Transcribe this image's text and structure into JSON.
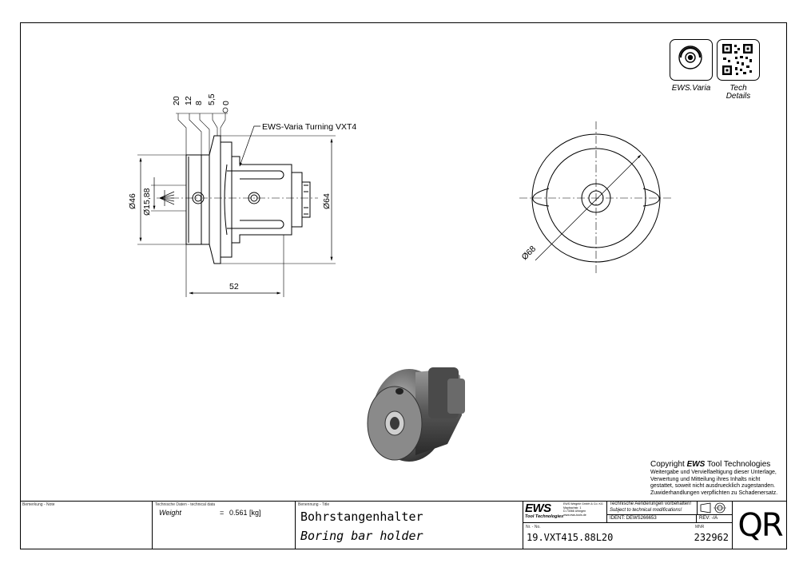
{
  "dimensions": {
    "d20": "20",
    "d12": "12",
    "d8": "8",
    "d5_5": "5,5",
    "d0": "0",
    "callout": "EWS-Varia Turning VXT4",
    "dia46": "Ø46",
    "dia15_88": "Ø15,88",
    "dia64": "Ø64",
    "len52": "52",
    "dia68": "Ø68"
  },
  "badges": {
    "ews_varia": "EWS.Varia",
    "tech_line1": "Tech",
    "tech_line2": "Details"
  },
  "copyright": {
    "heading_pre": "Copyright ",
    "heading_brand": "EWS",
    "heading_post": " Tool Technologies",
    "body": [
      "Weitergabe und Vervielfaeltigung dieser Unterlage,",
      "Verwertung und Mitteilung ihres Inhalts nicht",
      "gestattet, soweit nicht ausdruecklich zugestanden.",
      "Zuwiderhandlungen verpflichten zu Schadenersatz."
    ]
  },
  "title_block": {
    "remark_label": "Bemerkung - Note",
    "tech_label": "Technische Daten - technical data",
    "weight_label": "Weight",
    "weight_eq": "=",
    "weight_value": "0.561 [kg]",
    "title_label": "Benennung - Title",
    "title_de": "Bohrstangenhalter",
    "title_en": "Boring bar holder",
    "logo": "EWS",
    "logo_sub": "Tool Technologies",
    "address": [
      "EWS Weigele GmbH & Co. KG",
      "Maybachstr. 1",
      "D-73066 Uhingen",
      "www.ews-tools.de"
    ],
    "notice_de": "Technische Aenderungen vorbehalten!",
    "notice_en": "Subject to technical modifications!",
    "ident": "IDENT: DEWS266653",
    "rev": "REV: -/A",
    "nr_label": "Nr. - No.",
    "part_no": "19.VXT415.88L20",
    "mnr_label": "MNR",
    "mnr": "232962",
    "qr": "QR"
  }
}
